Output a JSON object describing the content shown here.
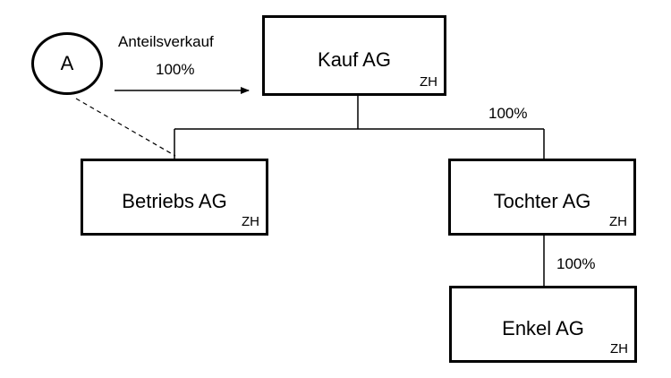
{
  "shareholder": {
    "label": "A"
  },
  "transaction": {
    "type": "Anteilsverkauf",
    "share": "100%"
  },
  "entities": {
    "kauf": {
      "name": "Kauf AG",
      "canton": "ZH"
    },
    "betriebs": {
      "name": "Betriebs AG",
      "canton": "ZH"
    },
    "tochter": {
      "name": "Tochter AG",
      "canton": "ZH"
    },
    "enkel": {
      "name": "Enkel AG",
      "canton": "ZH"
    }
  },
  "ownership": {
    "kauf_to_subs": "100%",
    "tochter_to_enkel": "100%"
  }
}
